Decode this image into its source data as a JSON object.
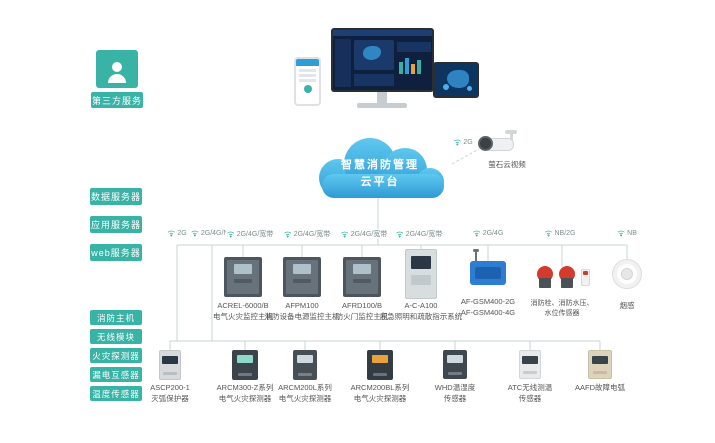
{
  "colors": {
    "teal": "#39b3a6",
    "cloud_top": "#5ec8f0",
    "cloud_bottom": "#2f9ad4",
    "line": "#c9d3d5"
  },
  "third_party": {
    "label": "第三方服务"
  },
  "cloud": {
    "line1": "智慧消防管理",
    "line2": "云平台"
  },
  "camera": {
    "network": "2G",
    "label": "萤石云视频"
  },
  "servers": [
    {
      "label": "数据服务器"
    },
    {
      "label": "应用服务器"
    },
    {
      "label": "web服务器"
    }
  ],
  "categories": [
    {
      "label": "消防主机"
    },
    {
      "label": "无线模块"
    },
    {
      "label": "火灾探测器"
    },
    {
      "label": "漏电互感器"
    },
    {
      "label": "温度传感器"
    }
  ],
  "networks": [
    {
      "label": "2G"
    },
    {
      "label": "2G/4G/NB"
    },
    {
      "label": "2G/4G/宽带"
    },
    {
      "label": "2G/4G/宽带"
    },
    {
      "label": "2G/4G/宽带"
    },
    {
      "label": "2G/4G/宽带"
    },
    {
      "label": "2G/4G"
    },
    {
      "label": "NB/2G"
    },
    {
      "label": "NB"
    }
  ],
  "middle_devices": [
    {
      "name": "ACREL-6000/B",
      "desc": "电气火灾监控主机"
    },
    {
      "name": "AFPM100",
      "desc": "消防设备电源监控主机"
    },
    {
      "name": "AFRD100/B",
      "desc": "防火门监控主机"
    },
    {
      "name": "A-C-A100",
      "desc": "应急照明和疏散指示系统"
    },
    {
      "name": "AF-GSM400-2G",
      "desc": "AF-GSM400-4G"
    },
    {
      "name": "消防栓、消防水压、水位传感器",
      "desc": ""
    },
    {
      "name": "烟感",
      "desc": ""
    }
  ],
  "bottom_devices": [
    {
      "name": "ASCP200-1",
      "desc": "灭弧保护器"
    },
    {
      "name": "ARCM300-Z系列",
      "desc": "电气火灾探测器"
    },
    {
      "name": "ARCM200L系列",
      "desc": "电气火灾探测器"
    },
    {
      "name": "ARCM200BL系列",
      "desc": "电气火灾探测器"
    },
    {
      "name": "WHD温湿度",
      "desc": "传感器"
    },
    {
      "name": "ATC无线测温",
      "desc": "传感器"
    },
    {
      "name": "AAFD故障电弧",
      "desc": ""
    }
  ]
}
